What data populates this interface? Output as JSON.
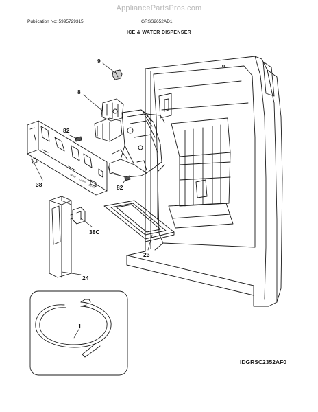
{
  "watermark": "AppliancePartsPros.com",
  "header": {
    "publication": "Publication No: 5995729315",
    "model": "GRSS2652AD1"
  },
  "title": "ICE & WATER DISPENSER",
  "document_id": "IDGRSC2352AF0",
  "callouts": {
    "c9": "9",
    "c8": "8",
    "c82a": "82",
    "c82b": "82",
    "c38": "38",
    "c38c": "38C",
    "c23": "23",
    "c24": "24",
    "c1": "1"
  },
  "panel_labels": {
    "l1": "Water",
    "l2": "Cubes",
    "l3": "Crush"
  }
}
